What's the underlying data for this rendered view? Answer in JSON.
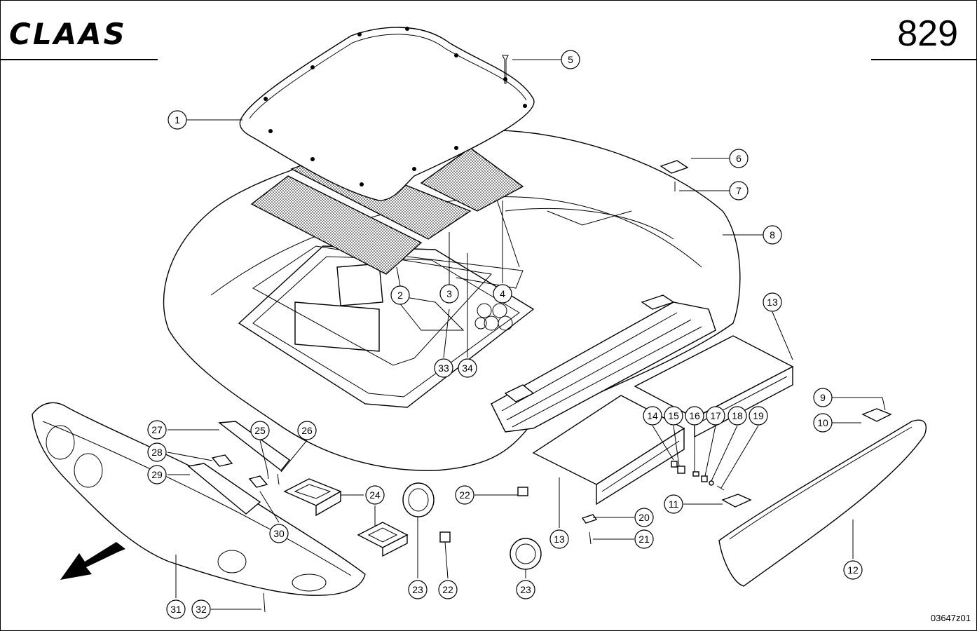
{
  "header": {
    "brand": "CLAAS",
    "page_number": "829"
  },
  "footer": {
    "drawing_number": "03647z01"
  },
  "callouts": [
    {
      "id": "c1",
      "label": "1"
    },
    {
      "id": "c2",
      "label": "2"
    },
    {
      "id": "c3",
      "label": "3"
    },
    {
      "id": "c4",
      "label": "4"
    },
    {
      "id": "c5",
      "label": "5"
    },
    {
      "id": "c6",
      "label": "6"
    },
    {
      "id": "c7",
      "label": "7"
    },
    {
      "id": "c8",
      "label": "8"
    },
    {
      "id": "c9",
      "label": "9"
    },
    {
      "id": "c10",
      "label": "10"
    },
    {
      "id": "c11",
      "label": "11"
    },
    {
      "id": "c12",
      "label": "12"
    },
    {
      "id": "c13a",
      "label": "13"
    },
    {
      "id": "c13b",
      "label": "13"
    },
    {
      "id": "c14",
      "label": "14"
    },
    {
      "id": "c15",
      "label": "15"
    },
    {
      "id": "c16",
      "label": "16"
    },
    {
      "id": "c17",
      "label": "17"
    },
    {
      "id": "c18",
      "label": "18"
    },
    {
      "id": "c19",
      "label": "19"
    },
    {
      "id": "c20",
      "label": "20"
    },
    {
      "id": "c21",
      "label": "21"
    },
    {
      "id": "c22a",
      "label": "22"
    },
    {
      "id": "c22b",
      "label": "22"
    },
    {
      "id": "c23a",
      "label": "23"
    },
    {
      "id": "c23b",
      "label": "23"
    },
    {
      "id": "c24",
      "label": "24"
    },
    {
      "id": "c25",
      "label": "25"
    },
    {
      "id": "c26",
      "label": "26"
    },
    {
      "id": "c27",
      "label": "27"
    },
    {
      "id": "c28",
      "label": "28"
    },
    {
      "id": "c29",
      "label": "29"
    },
    {
      "id": "c30",
      "label": "30"
    },
    {
      "id": "c31",
      "label": "31"
    },
    {
      "id": "c32",
      "label": "32"
    },
    {
      "id": "c33",
      "label": "33"
    },
    {
      "id": "c34",
      "label": "34"
    }
  ]
}
